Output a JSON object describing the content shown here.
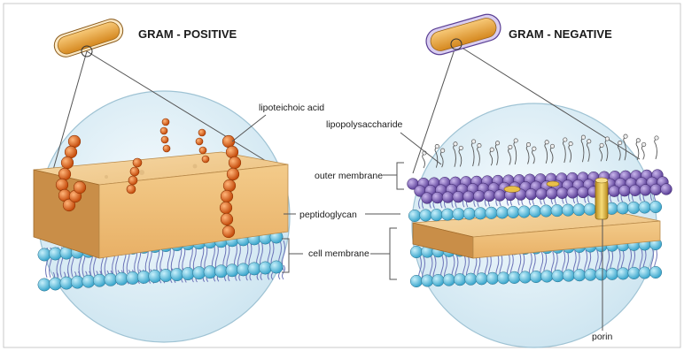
{
  "titles": {
    "gram_positive": "GRAM - POSITIVE",
    "gram_negative": "GRAM - NEGATIVE"
  },
  "labels": {
    "lipoteichoic_acid": "lipoteichoic acid",
    "lipopolysaccharide": "lipopolysaccharide",
    "outer_membrane": "outer membrane",
    "peptidoglycan": "peptidoglycan",
    "cell_membrane": "cell membrane",
    "porin": "porin"
  },
  "colors": {
    "peptidoglycan_top": "#f3cf96",
    "peptidoglycan_front": "#efc07a",
    "peptidoglycan_side": "#c9904a",
    "phospholipid_head": "#68c6e6",
    "outer_membrane_head": "#8a6cc0",
    "lipoteichoic_bead": "#e8691b",
    "bacillus_body": "#e8a23c",
    "porin": "#e8c04a",
    "sphere": "#d8ecf5"
  }
}
